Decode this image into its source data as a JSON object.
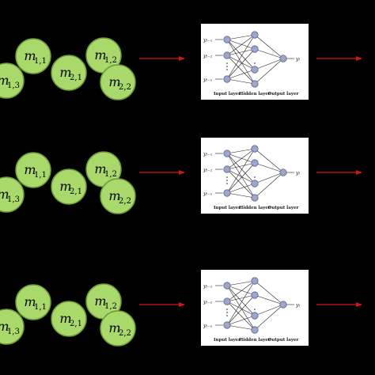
{
  "colors": {
    "background": "#000000",
    "cluster_fill": "#a8d96a",
    "cluster_stroke": "#6e9a3a",
    "arrow": "#cc1a1a",
    "neuron_fill": "#9ea7c9",
    "neuron_stroke": "#5a6390",
    "panel_bg": "#ffffff"
  },
  "rows": [
    {
      "clusters": [
        {
          "base": "m",
          "sub": "1,1"
        },
        {
          "base": "m",
          "sub": "1,2"
        },
        {
          "base": "m",
          "sub": "1,3"
        },
        {
          "base": "m",
          "sub": "2,1"
        },
        {
          "base": "m",
          "sub": "2,2"
        }
      ]
    },
    {
      "clusters": [
        {
          "base": "m",
          "sub": "1,1"
        },
        {
          "base": "m",
          "sub": "1,2"
        },
        {
          "base": "m",
          "sub": "1,3"
        },
        {
          "base": "m",
          "sub": "2,1"
        },
        {
          "base": "m",
          "sub": "2,2"
        }
      ]
    },
    {
      "clusters": [
        {
          "base": "m",
          "sub": "1,1"
        },
        {
          "base": "m",
          "sub": "1,2"
        },
        {
          "base": "m",
          "sub": "1,3"
        },
        {
          "base": "m",
          "sub": "2,1"
        },
        {
          "base": "m",
          "sub": "2,2"
        }
      ]
    }
  ],
  "network": {
    "inputs": [
      "yₜ₋₁",
      "yₜ₋₂",
      "yₜ₋ₙ"
    ],
    "output": "yₜ",
    "input_layer_label": "Input layer",
    "hidden_layer_label": "Hidden layer",
    "output_layer_label": "Output layer"
  }
}
